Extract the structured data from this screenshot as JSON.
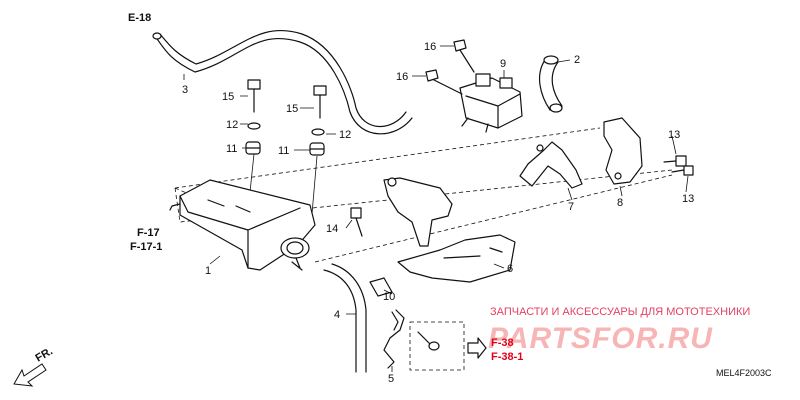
{
  "callouts": {
    "n1": "1",
    "n2": "2",
    "n3": "3",
    "n4": "4",
    "n5": "5",
    "n6": "6",
    "n7": "7",
    "n8": "8",
    "n9": "9",
    "n10": "10",
    "n11a": "11",
    "n11b": "11",
    "n12a": "12",
    "n12b": "12",
    "n13a": "13",
    "n13b": "13",
    "n14": "14",
    "n15a": "15",
    "n15b": "15",
    "n16a": "16",
    "n16b": "16"
  },
  "references": {
    "e18": "E-18",
    "f17": "F-17",
    "f17_1": "F-17-1",
    "f38": "F-38",
    "f38_1": "F-38-1"
  },
  "direction": {
    "fr": "FR."
  },
  "watermark": {
    "top": "ЗАПЧАСТИ И АКСЕССУАРЫ ДЛЯ МОТОТЕХНИКИ",
    "brand": "PARTSFOR.RU"
  },
  "diagram_code": "MEL4F2003C"
}
